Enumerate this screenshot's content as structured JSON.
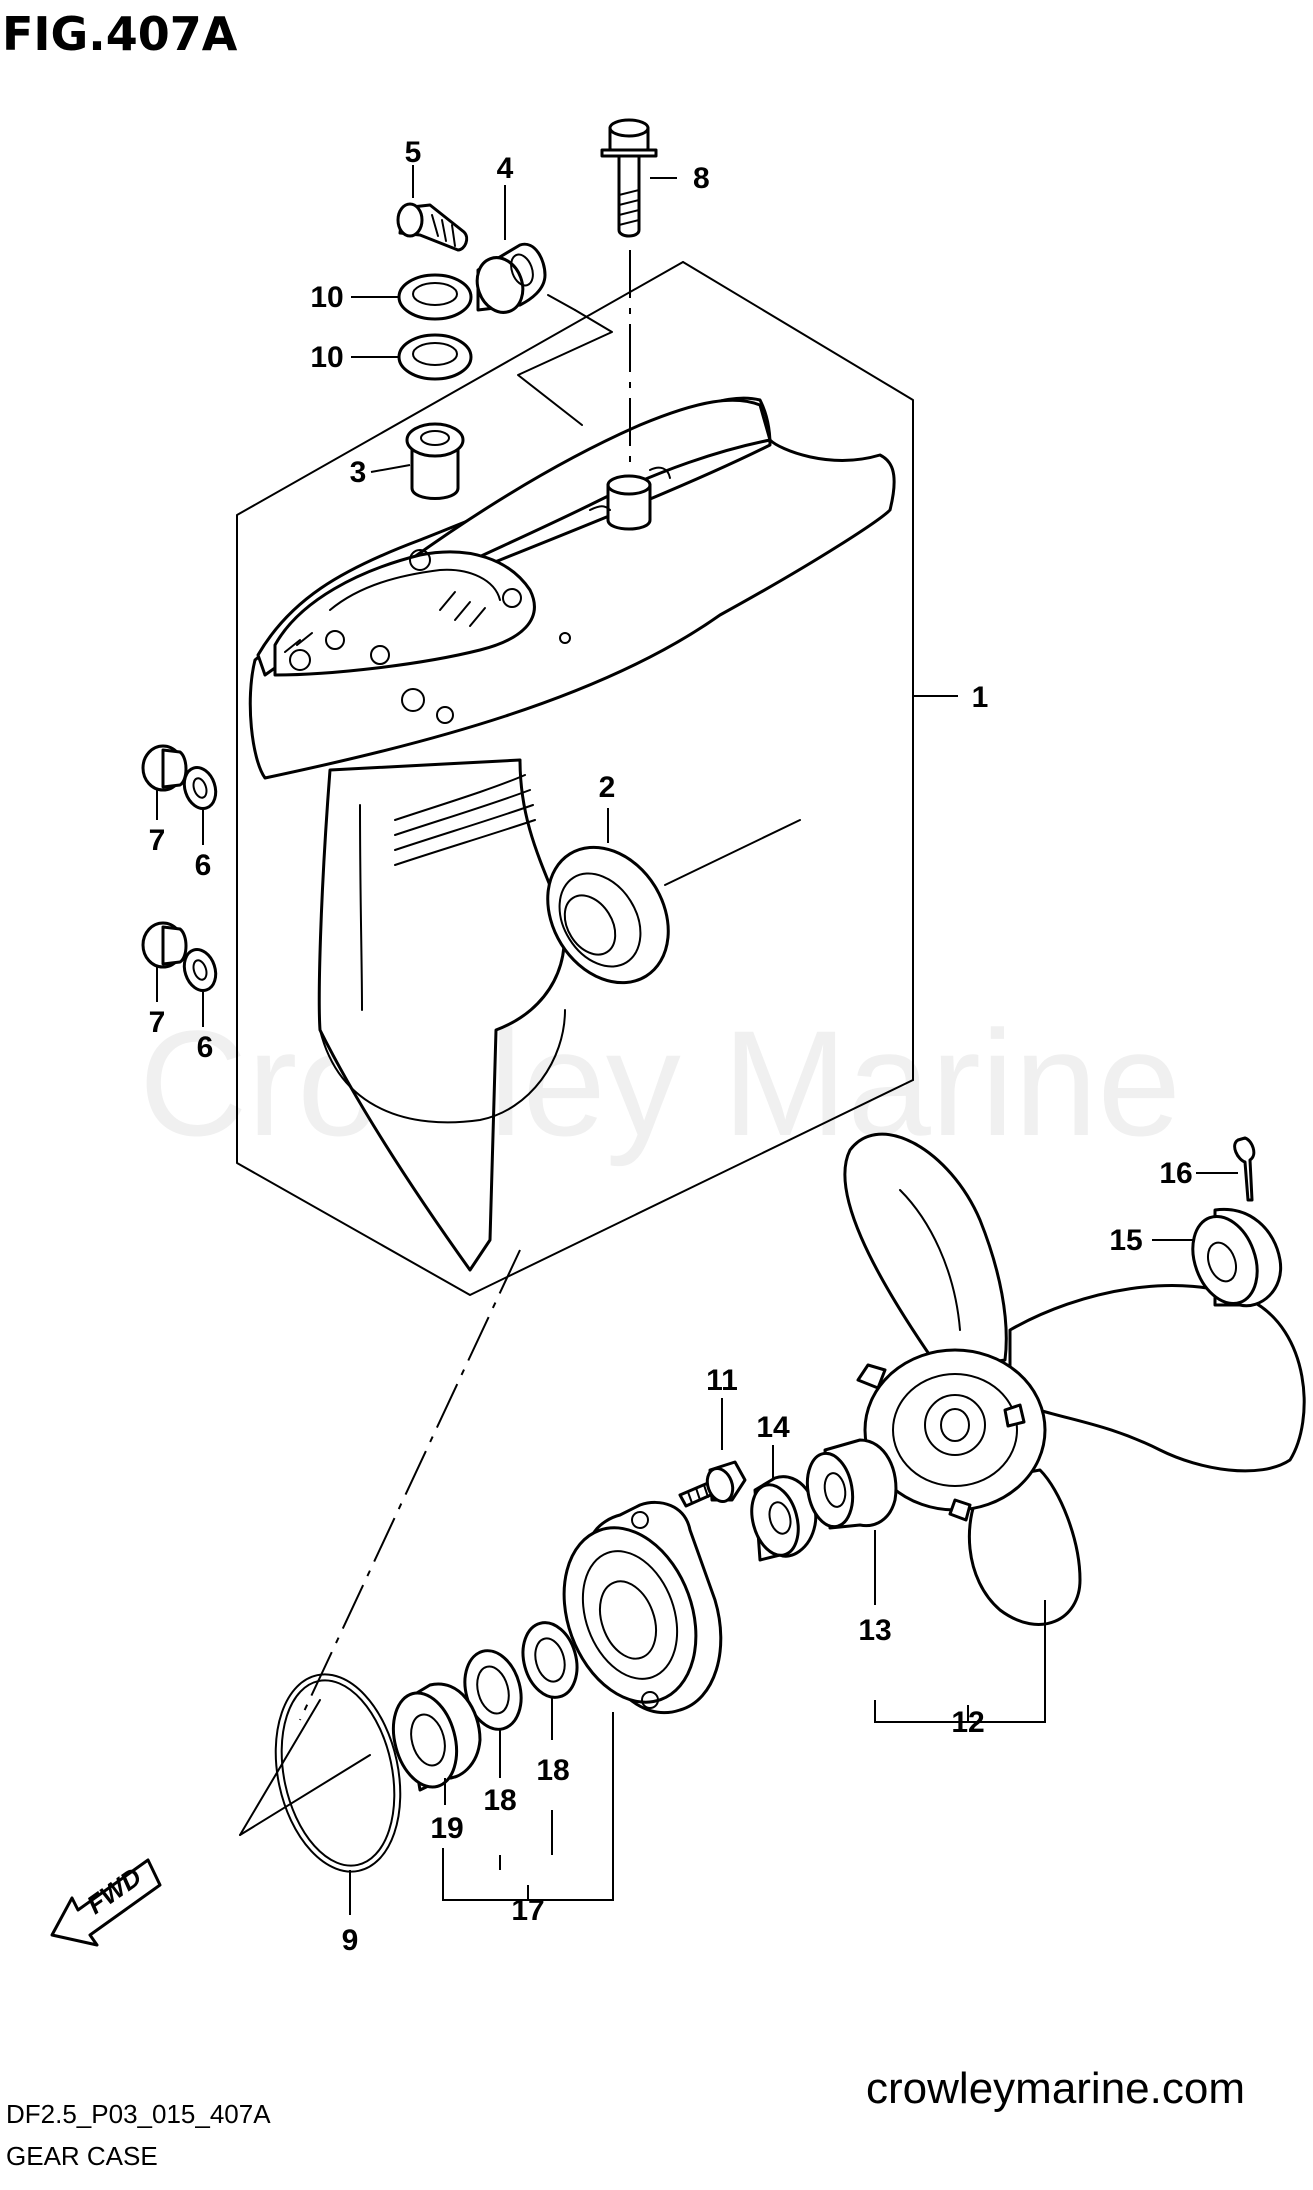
{
  "figure": {
    "title": "FIG.407A",
    "code": "DF2.5_P03_015_407A",
    "name": "GEAR CASE",
    "website": "crowleymarine.com",
    "watermark": "Crowley Marine",
    "fwd_label": "FWD"
  },
  "callouts": [
    "1",
    "2",
    "3",
    "4",
    "5",
    "6",
    "6",
    "7",
    "7",
    "8",
    "9",
    "10",
    "10",
    "11",
    "12",
    "13",
    "14",
    "15",
    "16",
    "17",
    "18",
    "18",
    "19"
  ]
}
